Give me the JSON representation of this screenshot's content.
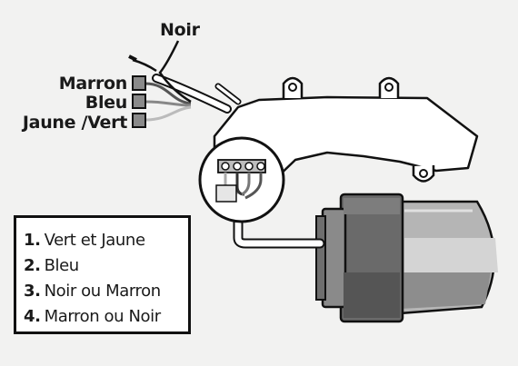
{
  "wire_labels": {
    "noir": "Noir",
    "marron": "Marron",
    "bleu": "Bleu",
    "jaune_vert": "Jaune /Vert"
  },
  "legend": {
    "items": [
      {
        "number": "1.",
        "text": "Vert et Jaune"
      },
      {
        "number": "2.",
        "text": "Bleu"
      },
      {
        "number": "3.",
        "text": "Noir ou Marron"
      },
      {
        "number": "4.",
        "text": "Marron ou Noir"
      }
    ]
  },
  "colors": {
    "background": "#f2f2f1",
    "outline": "#111111",
    "pipe_dark": "#5e5e5e",
    "pipe_mid": "#8a8a8a",
    "pipe_light": "#bdbdbd",
    "housing": "#ffffff",
    "terminal": "#9a9a9a"
  }
}
